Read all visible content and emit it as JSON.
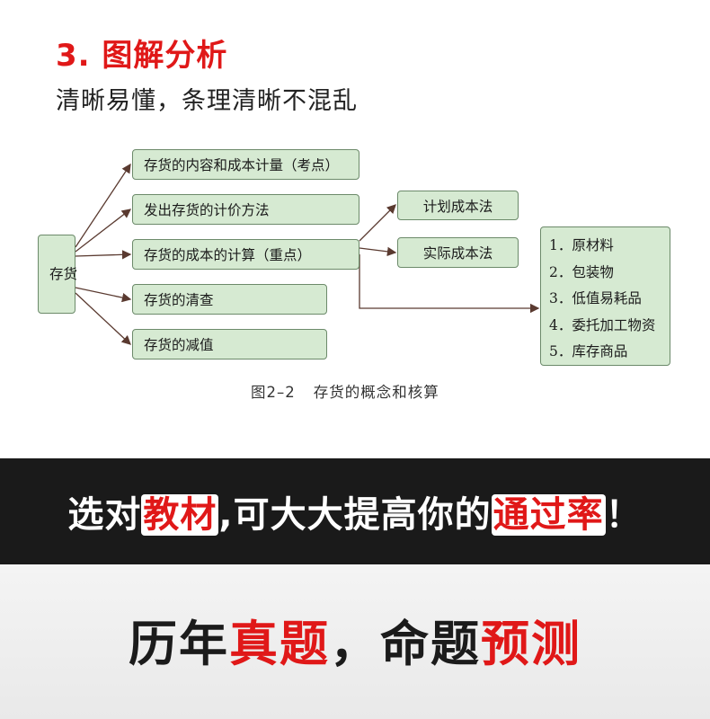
{
  "section": {
    "title": "3. 图解分析",
    "subtitle": "清晰易懂，条理清晰不混乱"
  },
  "diagram": {
    "root": "存货",
    "branches": [
      "存货的内容和成本计量（考点）",
      "发出存货的计价方法",
      "存货的成本的计算（重点）",
      "存货的清查",
      "存货的减值"
    ],
    "plans": [
      "计划成本法",
      "实际成本法"
    ],
    "items": [
      "1．原材料",
      "2．包装物",
      "3．低值易耗品",
      "4．委托加工物资",
      "5．库存商品"
    ],
    "caption_number": "图2–2",
    "caption_text": "存货的概念和核算"
  },
  "banner": {
    "part1": "选对",
    "part2": "教材",
    "part3": ",可大大提高你的",
    "part4": "通过率",
    "part5": "！"
  },
  "headline": {
    "part1": "历年",
    "part2": "真题",
    "part3": "，命题",
    "part4": "预测"
  },
  "colors": {
    "accent": "#e01818",
    "box_fill": "#d6ead2",
    "box_border": "#6c8a6a",
    "band": "#1a1a1a"
  }
}
